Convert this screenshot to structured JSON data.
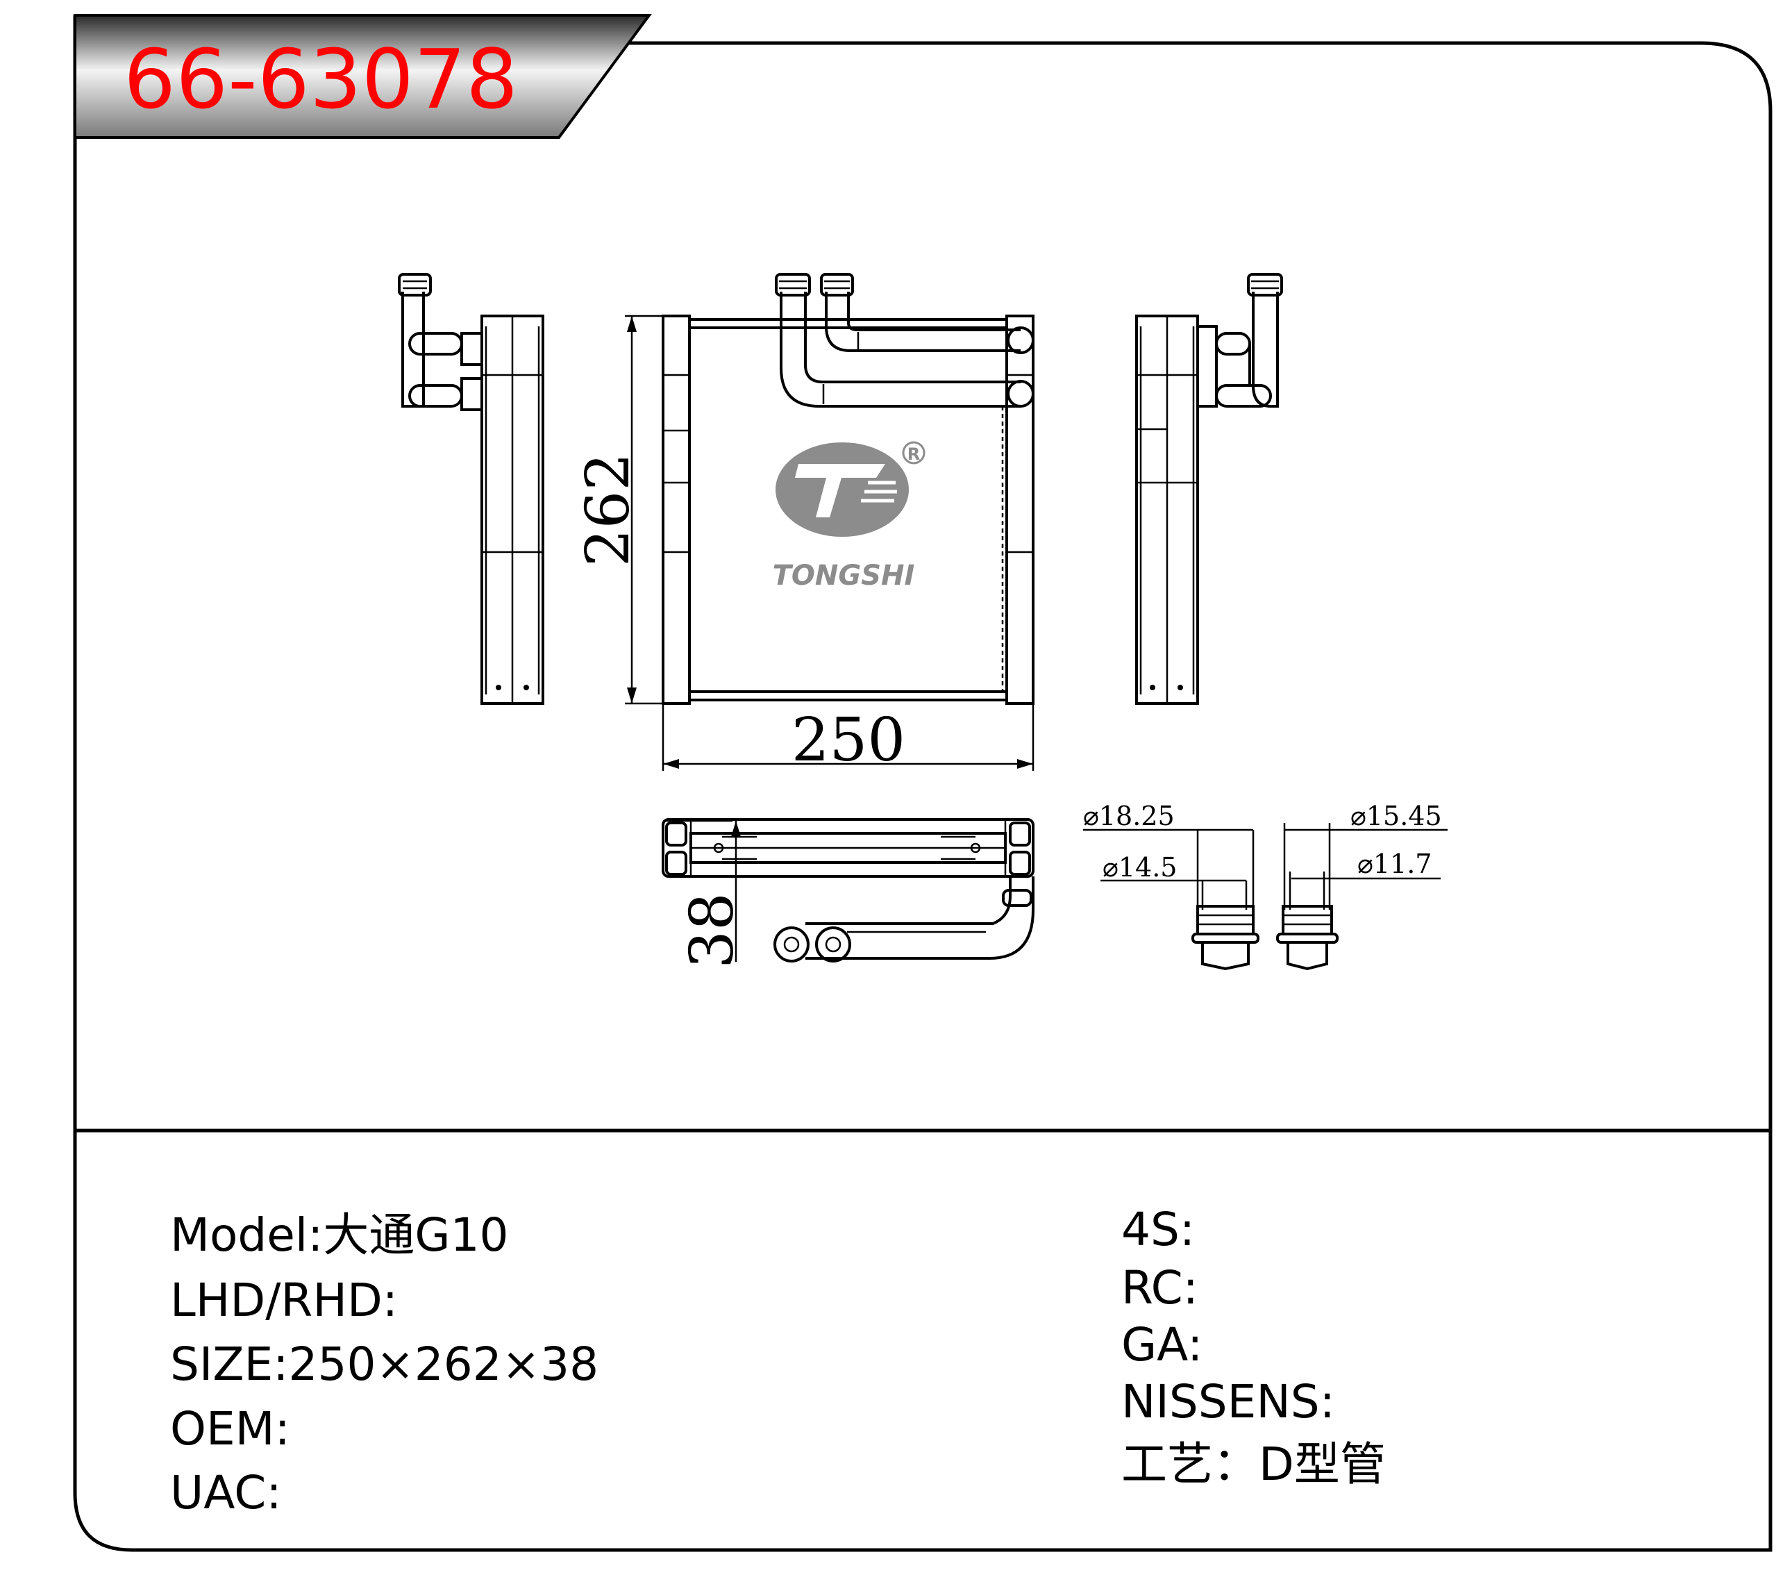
{
  "part_number": "66-63078",
  "brand": {
    "logo_text": "TONGSHI",
    "registered_mark": "R"
  },
  "dimensions": {
    "height": "262",
    "width": "250",
    "depth": "38"
  },
  "fittings": {
    "left_outer": "⌀18.25",
    "left_inner": "⌀14.5",
    "right_outer": "⌀15.45",
    "right_inner": "⌀11.7"
  },
  "specs_left": [
    {
      "label": "Model",
      "sep": ":",
      "value": "大通G10"
    },
    {
      "label": "LHD/RHD",
      "sep": ":",
      "value": ""
    },
    {
      "label": "SIZE",
      "sep": ":",
      "value": "250×262×38"
    },
    {
      "label": "OEM",
      "sep": ":",
      "value": ""
    },
    {
      "label": "UAC",
      "sep": ":",
      "value": ""
    }
  ],
  "specs_right": [
    {
      "label": "4S",
      "sep": ":",
      "value": ""
    },
    {
      "label": "RC",
      "sep": ":",
      "value": ""
    },
    {
      "label": "GA",
      "sep": ":",
      "value": ""
    },
    {
      "label": "NISSENS",
      "sep": ":",
      "value": ""
    },
    {
      "label": "工艺",
      "sep": "：",
      "value": "D型管"
    }
  ],
  "colors": {
    "title_text": "#ff0000",
    "logo_gray": "#8c8c8c",
    "line": "#000000"
  }
}
